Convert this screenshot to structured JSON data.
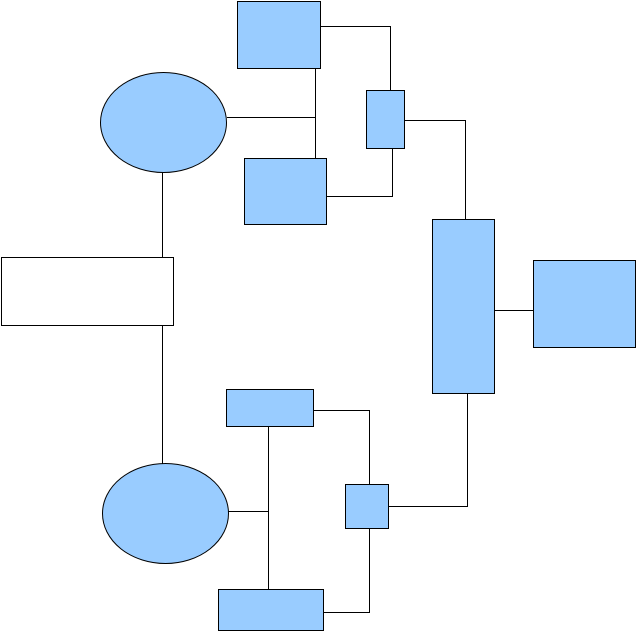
{
  "diagram": {
    "palette": {
      "node_fill": "#99ccff",
      "blank_node_fill": "#ffffff",
      "line": "#000000",
      "background": "#ffffff"
    },
    "nodes": [
      {
        "id": "top-square",
        "shape": "rectangle",
        "fill": "node_fill"
      },
      {
        "id": "top-ellipse",
        "shape": "ellipse",
        "fill": "node_fill"
      },
      {
        "id": "top-small-box",
        "shape": "rectangle",
        "fill": "node_fill"
      },
      {
        "id": "top-middle-box",
        "shape": "rectangle",
        "fill": "node_fill"
      },
      {
        "id": "left-white-box",
        "shape": "rectangle",
        "fill": "blank_node_fill"
      },
      {
        "id": "right-tall-box",
        "shape": "rectangle",
        "fill": "node_fill"
      },
      {
        "id": "right-square",
        "shape": "rectangle",
        "fill": "node_fill"
      },
      {
        "id": "bottom-upper-box",
        "shape": "rectangle",
        "fill": "node_fill"
      },
      {
        "id": "bottom-ellipse",
        "shape": "ellipse",
        "fill": "node_fill"
      },
      {
        "id": "bottom-small-box",
        "shape": "rectangle",
        "fill": "node_fill"
      },
      {
        "id": "bottom-lower-box",
        "shape": "rectangle",
        "fill": "node_fill"
      }
    ],
    "connections": [
      {
        "from": "top-ellipse",
        "to": "top-square"
      },
      {
        "from": "top-ellipse",
        "to": "top-middle-box"
      },
      {
        "from": "top-square",
        "to": "top-small-box"
      },
      {
        "from": "top-middle-box",
        "to": "top-small-box"
      },
      {
        "from": "top-small-box",
        "to": "right-tall-box"
      },
      {
        "from": "right-tall-box",
        "to": "right-square"
      },
      {
        "from": "top-ellipse",
        "to": "left-white-box"
      },
      {
        "from": "left-white-box",
        "to": "bottom-ellipse"
      },
      {
        "from": "bottom-ellipse",
        "to": "bottom-upper-box"
      },
      {
        "from": "bottom-ellipse",
        "to": "bottom-lower-box"
      },
      {
        "from": "bottom-upper-box",
        "to": "bottom-small-box"
      },
      {
        "from": "bottom-lower-box",
        "to": "bottom-small-box"
      },
      {
        "from": "bottom-small-box",
        "to": "right-tall-box"
      }
    ]
  }
}
